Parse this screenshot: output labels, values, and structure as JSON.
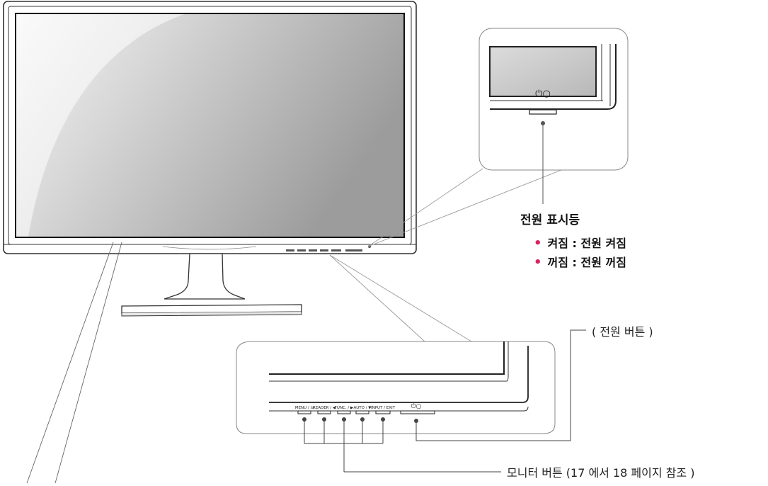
{
  "power_indicator": {
    "title": "전원 표시등",
    "items": [
      {
        "label": "켜짐 : 전원 켜짐"
      },
      {
        "label": "꺼짐 : 전원 꺼짐"
      }
    ]
  },
  "callouts": {
    "power_button": "( 전원 버튼 )",
    "monitor_buttons": "모니터 버튼 (17 에서 18 페이지 참조 )"
  },
  "button_labels": [
    "MENU / ⇆",
    "READER / ◀",
    "FUNC. / ▶",
    "AUTO / ▼",
    "INPUT / EXIT"
  ],
  "power_symbol": "⏻○",
  "colors": {
    "bullet": "#d9245c",
    "line": "#777777",
    "screen_dark": "#9a9a9a",
    "screen_light": "#f2f2f2"
  }
}
